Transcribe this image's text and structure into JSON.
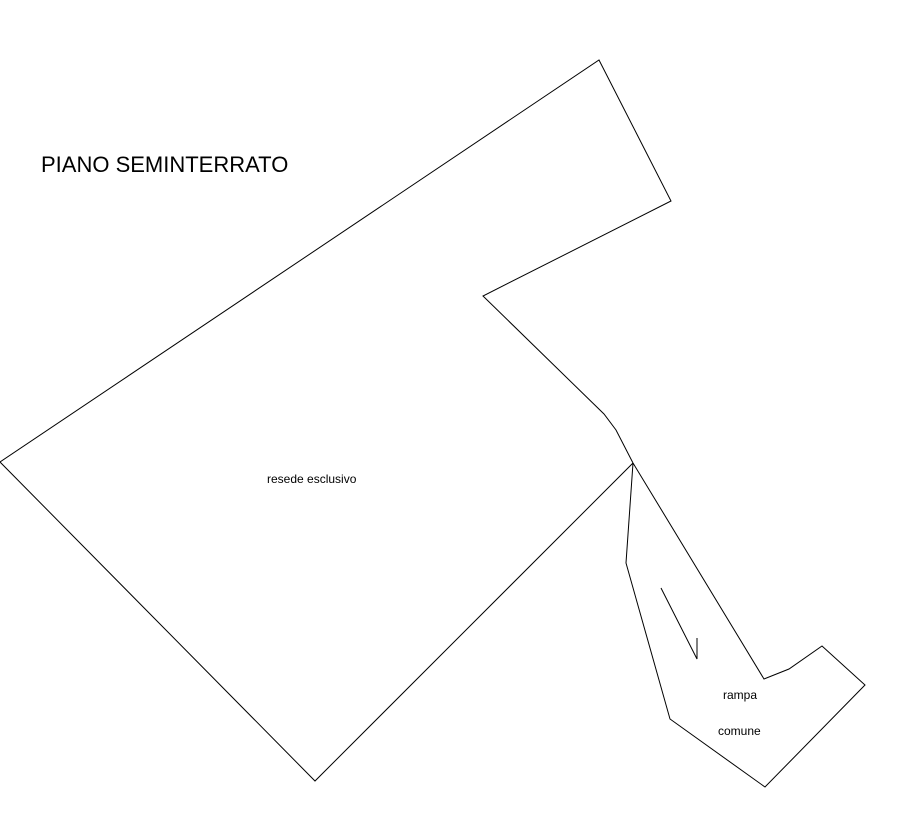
{
  "drawing": {
    "title": "PIANO SEMINTERRATO",
    "areas": {
      "exclusive_yard": "resede esclusivo",
      "shared_ramp_line1": "rampa",
      "shared_ramp_line2": "comune"
    },
    "line_color": "#000000",
    "background_color": "#ffffff"
  }
}
